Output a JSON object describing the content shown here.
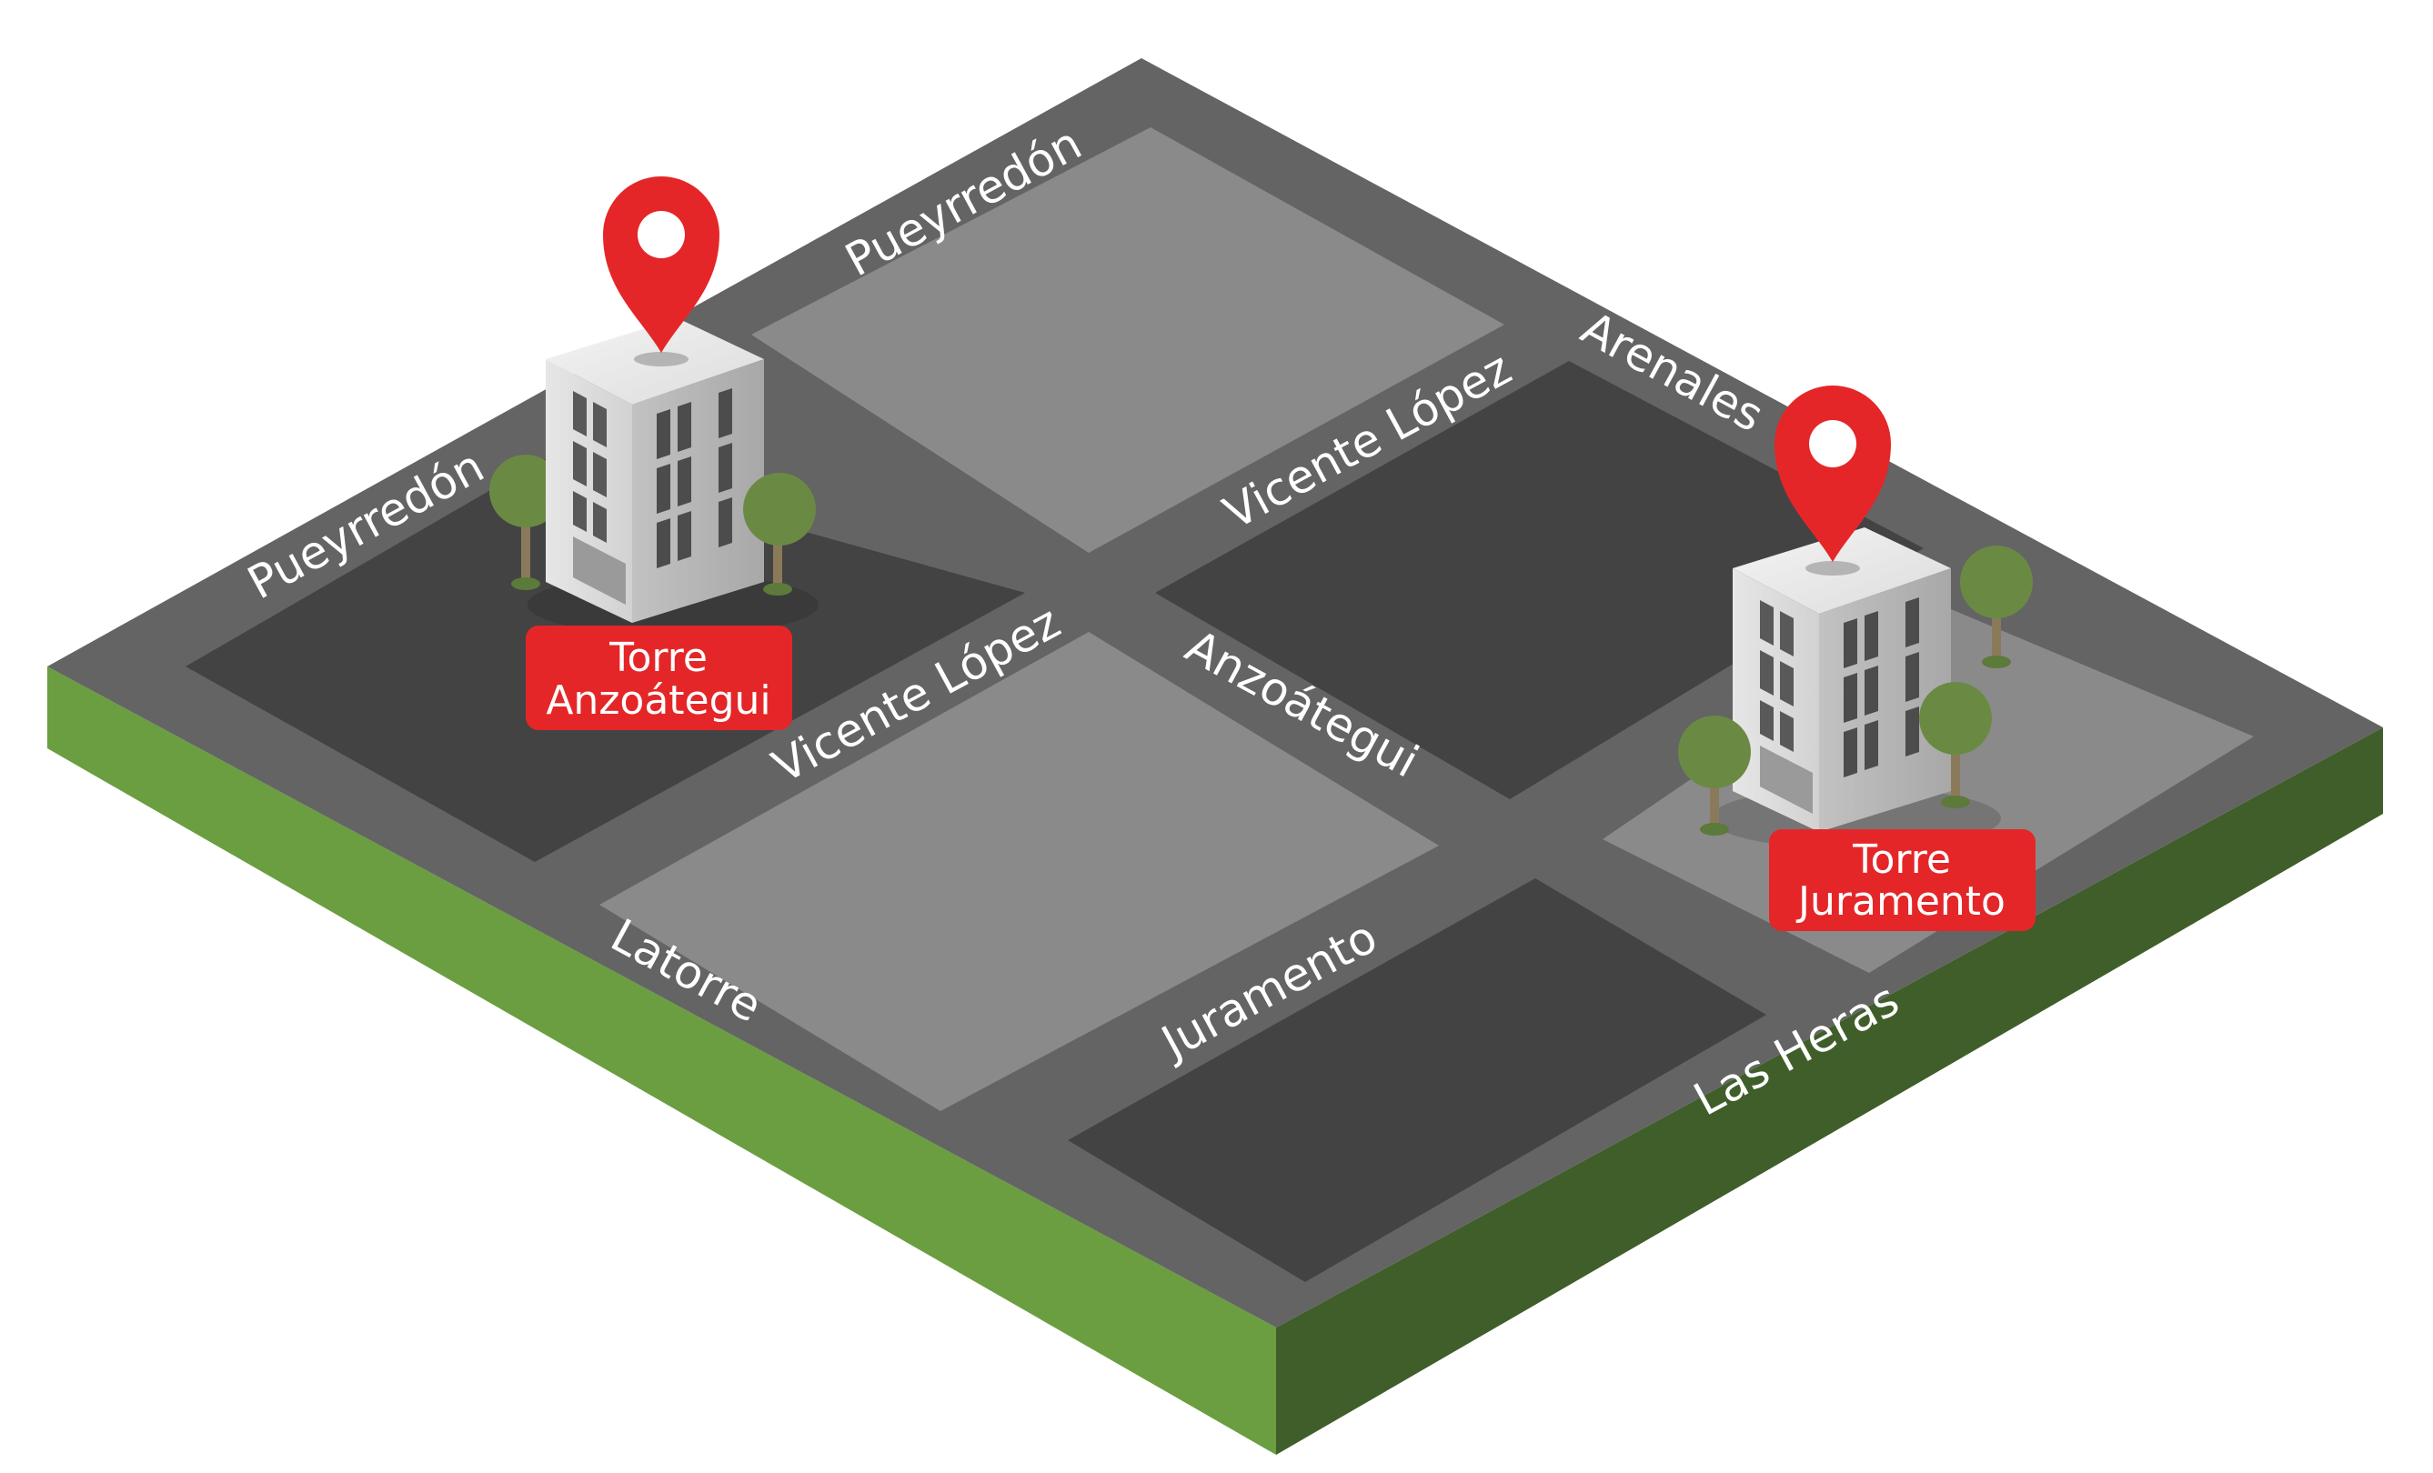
{
  "streets": {
    "pueyrredon_top": "Pueyrredón",
    "pueyrredon_left": "Pueyrredón",
    "arenales": "Arenales",
    "vicente_lopez_upper": "Vicente López",
    "vicente_lopez_lower": "Vicente López",
    "anzoategui": "Anzoátegui",
    "latorre": "Latorre",
    "juramento": "Juramento",
    "las_heras": "Las Heras"
  },
  "markers": [
    {
      "line1": "Torre",
      "line2": "Anzoátegui"
    },
    {
      "line1": "Torre",
      "line2": "Juramento"
    }
  ],
  "colors": {
    "road": "#646464",
    "block_dark": "#434343",
    "block_light": "#8a8a8a",
    "grass_left": "#6a9e40",
    "grass_right": "#3f5e2a",
    "marker_red": "#e52628",
    "tree": "#6a8a44",
    "trunk": "#8b7a5a"
  }
}
